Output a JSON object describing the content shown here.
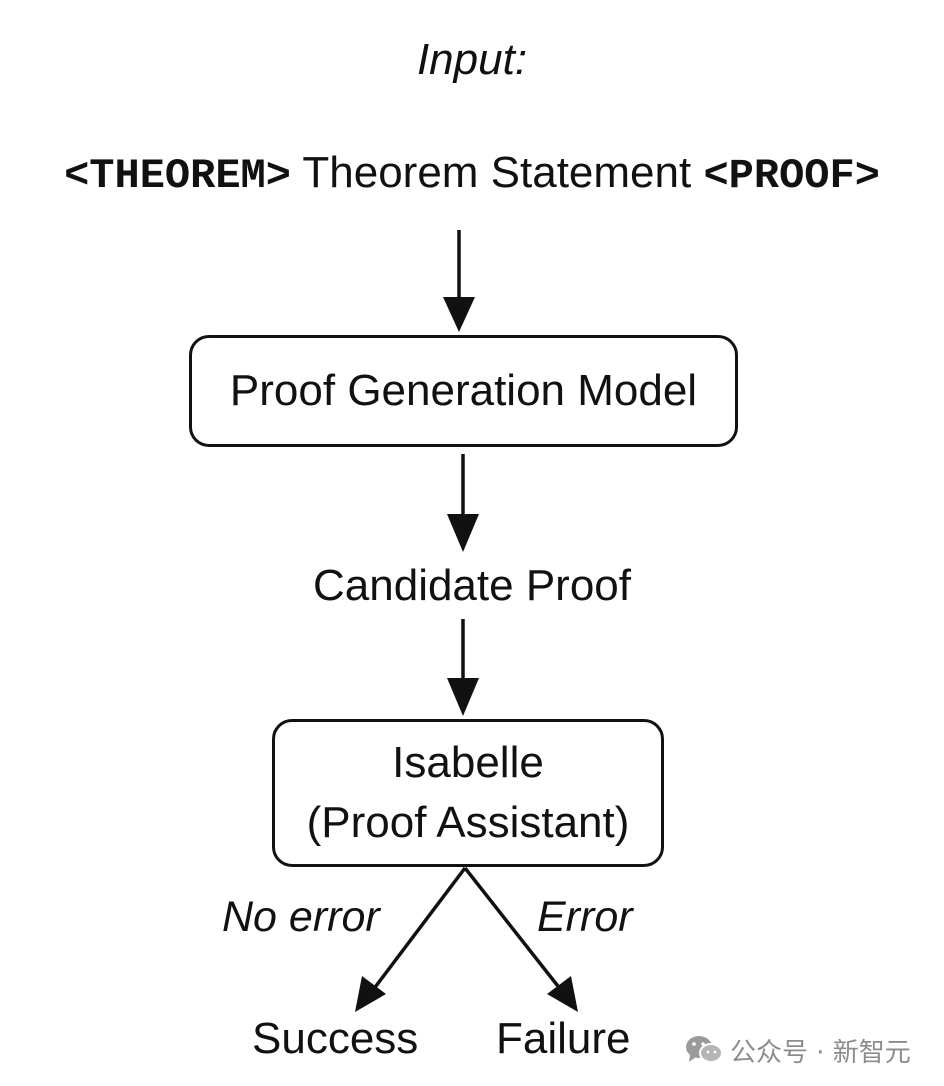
{
  "input": {
    "label": "Input:",
    "theorem_token": "<THEOREM>",
    "statement": "Theorem Statement",
    "proof_token": "<PROOF>"
  },
  "model_box": {
    "label": "Proof Generation Model"
  },
  "candidate": {
    "label": "Candidate Proof"
  },
  "isabelle_box": {
    "line1": "Isabelle",
    "line2": "(Proof Assistant)"
  },
  "branches": {
    "no_error": "No error",
    "error": "Error"
  },
  "outcomes": {
    "success": "Success",
    "failure": "Failure"
  },
  "watermark": {
    "text": "公众号 · 新智元",
    "icon": "wechat-icon"
  },
  "colors": {
    "ink": "#111111",
    "watermark": "#8c8c8c",
    "background": "#ffffff"
  }
}
